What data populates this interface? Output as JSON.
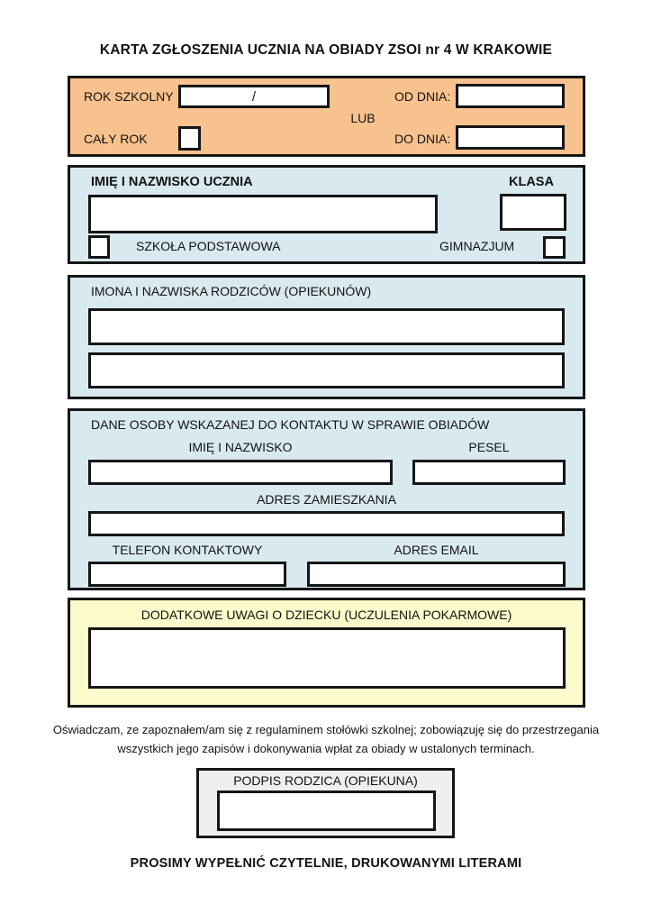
{
  "page": {
    "title": "KARTA ZGŁOSZENIA UCZNIA NA OBIADY ZSOI nr 4 W KRAKOWIE",
    "footer_note": "PROSIMY WYPEŁNIĆ CZYTELNIE, DRUKOWANYMI LITERAMI"
  },
  "declaration": {
    "line1": "Oświadczam, ze zapoznałem/am się z regulaminem stołówki szkolnej; zobowiązuję się do przestrzegania",
    "line2": "wszystkich jego zapisów i dokonywania wpłat za obiady w ustalonych terminach."
  },
  "colors": {
    "period_bg": "#F8C28E",
    "info_bg": "#D9E9F0",
    "notes_bg": "#FBFBCB",
    "signature_bg": "#EFEFEF",
    "border": "#161616"
  },
  "period_section": {
    "school_year_label": "ROK SZKOLNY",
    "school_year_value": "/",
    "from_label": "OD DNIA:",
    "from_value": "",
    "or_label": "LUB",
    "full_year_label": "CAŁY ROK",
    "full_year_checked": false,
    "to_label": "DO DNIA:",
    "to_value": ""
  },
  "student_section": {
    "name_label": "IMIĘ I NAZWISKO UCZNIA",
    "name_value": "",
    "class_label": "KLASA",
    "class_value": "",
    "primary_school_label": "SZKOŁA PODSTAWOWA",
    "primary_school_checked": false,
    "middle_school_label": "GIMNAZJUM",
    "middle_school_checked": false
  },
  "parents_section": {
    "title": "IMONA I NAZWISKA RODZICÓW (OPIEKUNÓW)",
    "parent1_value": "",
    "parent2_value": ""
  },
  "contact_section": {
    "title": "DANE OSOBY WSKAZANEJ DO KONTAKTU W SPRAWIE OBIADÓW",
    "name_label": "IMIĘ I NAZWISKO",
    "name_value": "",
    "pesel_label": "PESEL",
    "pesel_value": "",
    "address_label": "ADRES ZAMIESZKANIA",
    "address_value": "",
    "phone_label": "TELEFON KONTAKTOWY",
    "phone_value": "",
    "email_label": "ADRES EMAIL",
    "email_value": ""
  },
  "notes_section": {
    "title": "DODATKOWE UWAGI O DZIECKU (UCZULENIA POKARMOWE)",
    "value": ""
  },
  "signature_section": {
    "title": "PODPIS RODZICA (OPIEKUNA)",
    "value": ""
  }
}
